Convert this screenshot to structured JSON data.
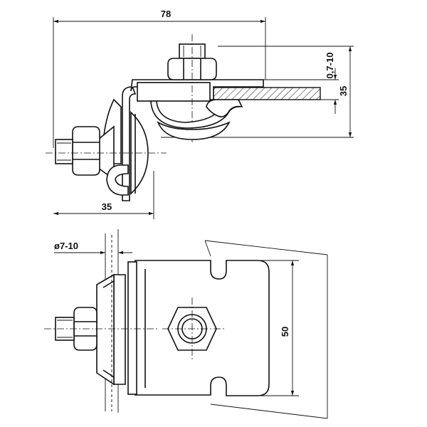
{
  "dimensions": {
    "top_width": "78",
    "clamp_range": "0,7-10",
    "height_right": "35",
    "bottom_width": "35",
    "hole_diameter": "ø7-10",
    "bracket_height": "50"
  }
}
